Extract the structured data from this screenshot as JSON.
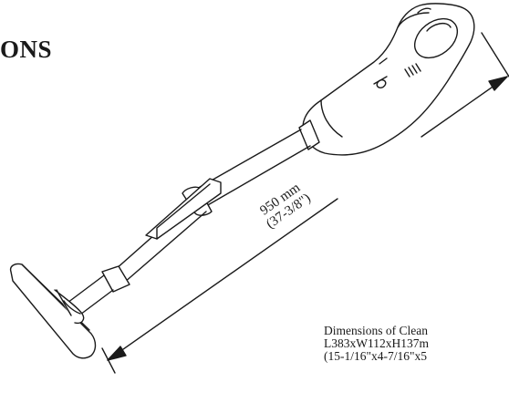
{
  "heading": {
    "text": "ONS"
  },
  "dimension_line": {
    "value": "950 mm",
    "imperial": "(37-3/8\")"
  },
  "cleaner_dimensions": {
    "line1": "Dimensions of Clean",
    "line2": "L383xW112xH137m",
    "line3": "(15-1/16\"x4-7/16\"x5"
  },
  "colors": {
    "ink": "#1a1a1a",
    "background": "#ffffff"
  }
}
